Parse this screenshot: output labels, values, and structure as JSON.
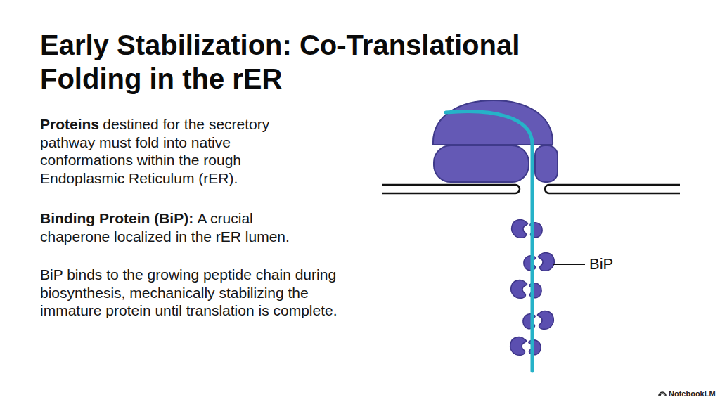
{
  "diagram": {
    "title": "Early Stabilization: Co-Translational Folding in the rER",
    "labels": [
      "Proteins",
      "destined for the secretory pathway must fold into native conformations within the rough Endoplasmic Reticulum (rER).",
      "Binding Protein (BiP):",
      "A crucial chaperone localized in the rER lumen.",
      "BiP binds to the growing peptide chain during biosynthesis, mechanically stabilizing the immature protein until translation is complete.",
      "BiP",
      "NotebookLM"
    ]
  }
}
